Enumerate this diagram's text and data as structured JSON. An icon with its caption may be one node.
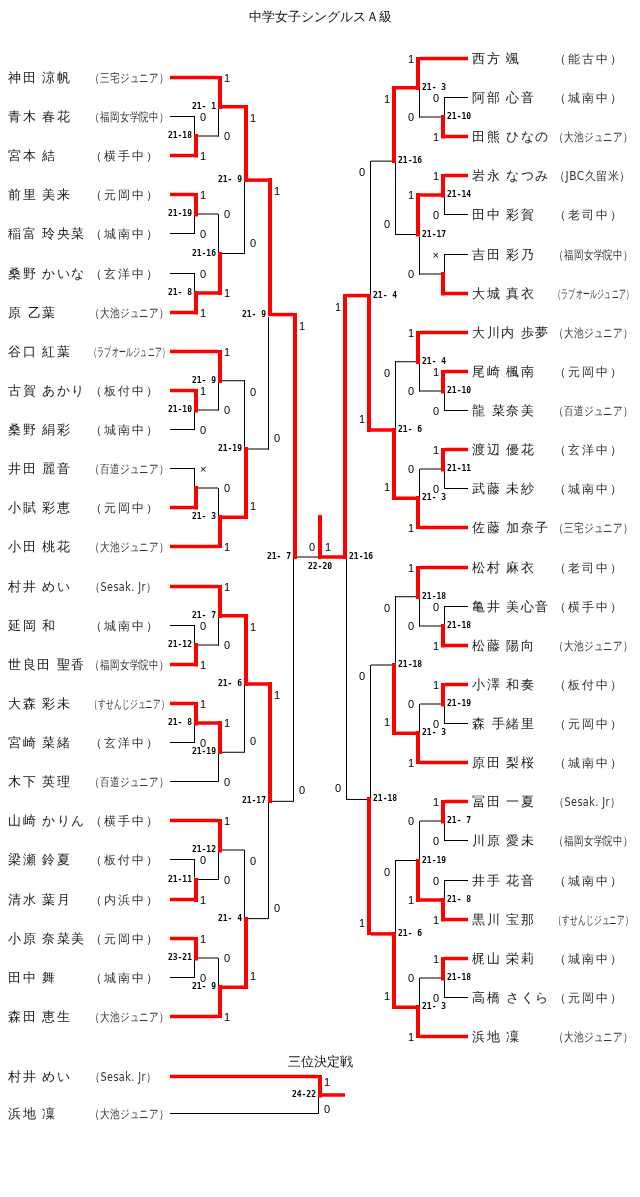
{
  "diagram": {
    "title": "中学女子シングルスＡ級",
    "nodes": [
      {
        "text": [
          "神田 涼帆",
          "（三宅ジュニア）"
        ]
      },
      {
        "text": [
          "青木 春花",
          "（福岡女学院中）"
        ]
      },
      {
        "text": [
          "宮本 結",
          "（横手中）"
        ]
      },
      {
        "text": [
          "前里 美来",
          "（元岡中）"
        ]
      },
      {
        "text": [
          "稲富 玲央菜",
          "（城南中）"
        ]
      },
      {
        "text": [
          "桑野 かいな",
          "（玄洋中）"
        ]
      },
      {
        "text": [
          "原 乙葉",
          "（大池ジュニア）"
        ]
      },
      {
        "text": [
          "谷口 紅葉",
          "（ラブオールジュニア）"
        ]
      },
      {
        "text": [
          "古賀 あかり",
          "（板付中）"
        ]
      },
      {
        "text": [
          "桑野 絹彩",
          "（城南中）"
        ]
      },
      {
        "text": [
          "井田 麗音",
          "（百道ジュニア）"
        ]
      },
      {
        "text": [
          "小賦 彩恵",
          "（元岡中）"
        ]
      },
      {
        "text": [
          "小田 桃花",
          "（大池ジュニア）"
        ]
      },
      {
        "text": [
          "村井 めい",
          "（Sesak. Jr）"
        ]
      },
      {
        "text": [
          "延岡 和",
          "（城南中）"
        ]
      },
      {
        "text": [
          "世良田 聖香",
          "（福岡女学院中）"
        ]
      },
      {
        "text": [
          "大森 彩未",
          "（すせんじジュニア）"
        ]
      },
      {
        "text": [
          "宮崎 菜緒",
          "（玄洋中）"
        ]
      },
      {
        "text": [
          "木下 英理",
          "（百道ジュニア）"
        ]
      },
      {
        "text": [
          "山崎 かりん",
          "（横手中）"
        ]
      },
      {
        "text": [
          "梁瀬 鈴夏",
          "（板付中）"
        ]
      },
      {
        "text": [
          "清水 葉月",
          "（内浜中）"
        ]
      },
      {
        "text": [
          "小原 奈菜美",
          "（元岡中）"
        ]
      },
      {
        "text": [
          "田中 舞",
          "（城南中）"
        ]
      },
      {
        "text": [
          "森田 恵生",
          "（大池ジュニア）"
        ]
      },
      {
        "text": [
          "西方 颯",
          "（能古中）"
        ]
      },
      {
        "text": [
          "阿部 心音",
          "（城南中）"
        ]
      },
      {
        "text": [
          "田熊 ひなの",
          "（大池ジュニア）"
        ]
      },
      {
        "text": [
          "岩永 なつみ",
          "（JBC久留米）"
        ]
      },
      {
        "text": [
          "田中 彩賀",
          "（老司中）"
        ]
      },
      {
        "text": [
          "吉田 彩乃",
          "（福岡女学院中）"
        ]
      },
      {
        "text": [
          "大城 真衣",
          "（ラブオールジュニア）"
        ]
      },
      {
        "text": [
          "大川内 歩夢",
          "（大池ジュニア）"
        ]
      },
      {
        "text": [
          "尾崎 楓南",
          "（元岡中）"
        ]
      },
      {
        "text": [
          "龍 菜奈美",
          "（百道ジュニア）"
        ]
      },
      {
        "text": [
          "渡辺 優花",
          "（玄洋中）"
        ]
      },
      {
        "text": [
          "武藤 未紗",
          "（城南中）"
        ]
      },
      {
        "text": [
          "佐藤 加奈子",
          "（三宅ジュニア）"
        ]
      },
      {
        "text": [
          "松村 麻衣",
          "（老司中）"
        ]
      },
      {
        "text": [
          "亀井 美心音",
          "（横手中）"
        ]
      },
      {
        "text": [
          "松藤 陽向",
          "（大池ジュニア）"
        ]
      },
      {
        "text": [
          "小澤 和奏",
          "（板付中）"
        ]
      },
      {
        "text": [
          "森 手緒里",
          "（元岡中）"
        ]
      },
      {
        "text": [
          "原田 梨桜",
          "（城南中）"
        ]
      },
      {
        "text": [
          "冨田 一夏",
          "（Sesak. Jr）"
        ]
      },
      {
        "text": [
          "川原 愛未",
          "（福岡女学院中）"
        ]
      },
      {
        "text": [
          "井手 花音",
          "（城南中）"
        ]
      },
      {
        "text": [
          "黒川 宝那",
          "（すせんじジュニア）"
        ]
      },
      {
        "text": [
          "梶山 栄莉",
          "（城南中）"
        ]
      },
      {
        "text": [
          "高橋 さくら",
          "（元岡中）"
        ]
      },
      {
        "text": [
          "浜地 凜",
          "（大池ジュニア）"
        ]
      },
      {
        "text": [
          "村井 めい",
          "（Sesak. Jr）"
        ]
      },
      {
        "text": [
          "浜地 凜",
          "（大池ジュニア）"
        ]
      },
      {
        "text": [],
        "shape": "bar",
        "beside": [
          "21-18"
        ]
      },
      {
        "text": [],
        "shape": "bar",
        "beside": [
          "21- 1"
        ]
      },
      {
        "text": [],
        "shape": "bar",
        "beside": [
          "21-19"
        ]
      },
      {
        "text": [],
        "shape": "bar",
        "beside": [
          "21- 8"
        ]
      },
      {
        "text": [],
        "shape": "bar",
        "beside": [
          "21-16"
        ]
      },
      {
        "text": [],
        "shape": "bar",
        "beside": [
          "21- 9"
        ]
      },
      {
        "text": [],
        "shape": "bar",
        "beside": [
          "21-10"
        ]
      },
      {
        "text": [],
        "shape": "bar",
        "beside": [
          "21- 9"
        ]
      },
      {
        "text": [],
        "shape": "bar"
      },
      {
        "text": [],
        "shape": "bar",
        "beside": [
          "21- 3"
        ]
      },
      {
        "text": [],
        "shape": "bar",
        "beside": [
          "21-19"
        ]
      },
      {
        "text": [],
        "shape": "bar",
        "beside": [
          "21- 9"
        ]
      },
      {
        "text": [],
        "shape": "bar",
        "beside": [
          "21-12"
        ]
      },
      {
        "text": [],
        "shape": "bar",
        "beside": [
          "21- 7"
        ]
      },
      {
        "text": [],
        "shape": "bar",
        "beside": [
          "21- 8"
        ]
      },
      {
        "text": [],
        "shape": "bar",
        "beside": [
          "21-19"
        ]
      },
      {
        "text": [],
        "shape": "bar",
        "beside": [
          "21- 6"
        ]
      },
      {
        "text": [],
        "shape": "bar",
        "beside": [
          "21-11"
        ]
      },
      {
        "text": [],
        "shape": "bar",
        "beside": [
          "21-12"
        ]
      },
      {
        "text": [],
        "shape": "bar",
        "beside": [
          "23-21"
        ]
      },
      {
        "text": [],
        "shape": "bar",
        "beside": [
          "21- 9"
        ]
      },
      {
        "text": [],
        "shape": "bar",
        "beside": [
          "21- 4"
        ]
      },
      {
        "text": [],
        "shape": "bar",
        "beside": [
          "21-17"
        ]
      },
      {
        "text": [],
        "shape": "bar",
        "beside": [
          "21- 7"
        ]
      },
      {
        "text": [],
        "shape": "bar",
        "beside": [
          "21-10"
        ]
      },
      {
        "text": [],
        "shape": "bar",
        "beside": [
          "21- 3"
        ]
      },
      {
        "text": [],
        "shape": "bar",
        "beside": [
          "21-14"
        ]
      },
      {
        "text": [],
        "shape": "bar"
      },
      {
        "text": [],
        "shape": "bar",
        "beside": [
          "21-17"
        ]
      },
      {
        "text": [],
        "shape": "bar",
        "beside": [
          "21-16"
        ]
      },
      {
        "text": [],
        "shape": "bar",
        "beside": [
          "21-10"
        ]
      },
      {
        "text": [],
        "shape": "bar",
        "beside": [
          "21- 4"
        ]
      },
      {
        "text": [],
        "shape": "bar",
        "beside": [
          "21-11"
        ]
      },
      {
        "text": [],
        "shape": "bar",
        "beside": [
          "21- 3"
        ]
      },
      {
        "text": [],
        "shape": "bar",
        "beside": [
          "21- 6"
        ]
      },
      {
        "text": [],
        "shape": "bar",
        "beside": [
          "21- 4"
        ]
      },
      {
        "text": [],
        "shape": "bar",
        "beside": [
          "21-18"
        ]
      },
      {
        "text": [],
        "shape": "bar",
        "beside": [
          "21-18"
        ]
      },
      {
        "text": [],
        "shape": "bar",
        "beside": [
          "21-19"
        ]
      },
      {
        "text": [],
        "shape": "bar",
        "beside": [
          "21- 3"
        ]
      },
      {
        "text": [],
        "shape": "bar",
        "beside": [
          "21-18"
        ]
      },
      {
        "text": [],
        "shape": "bar",
        "beside": [
          "21- 7"
        ]
      },
      {
        "text": [],
        "shape": "bar",
        "beside": [
          "21- 8"
        ]
      },
      {
        "text": [],
        "shape": "bar",
        "beside": [
          "21-19"
        ]
      },
      {
        "text": [],
        "shape": "bar",
        "beside": [
          "21-18"
        ]
      },
      {
        "text": [],
        "shape": "bar",
        "beside": [
          "21- 3"
        ]
      },
      {
        "text": [],
        "shape": "bar",
        "beside": [
          "21- 6"
        ]
      },
      {
        "text": [],
        "shape": "bar",
        "beside": [
          "21-18"
        ]
      },
      {
        "text": [],
        "shape": "bar",
        "beside": [
          "21-16"
        ]
      },
      {
        "text": [],
        "shape": "bar",
        "beside": [
          "22-20"
        ]
      },
      {
        "text": [],
        "shape": "bar",
        "beside": [
          "24-22"
        ]
      }
    ],
    "edges": [
      {
        "from": 1,
        "to": 53,
        "arrow": "none",
        "label": "0",
        "color": "#000000"
      },
      {
        "from": 2,
        "to": 53,
        "arrow": "none",
        "label": "1"
      },
      {
        "from": 0,
        "to": 54,
        "arrow": "none",
        "label": "1"
      },
      {
        "from": 53,
        "to": 54,
        "arrow": "none",
        "label": "0",
        "color": "#000000"
      },
      {
        "from": 3,
        "to": 55,
        "arrow": "none",
        "label": "1"
      },
      {
        "from": 4,
        "to": 55,
        "arrow": "none",
        "label": "0",
        "color": "#000000"
      },
      {
        "from": 5,
        "to": 56,
        "arrow": "none",
        "label": "0",
        "color": "#000000"
      },
      {
        "from": 6,
        "to": 56,
        "arrow": "none",
        "label": "1"
      },
      {
        "from": 55,
        "to": 57,
        "arrow": "none",
        "label": "0",
        "color": "#000000"
      },
      {
        "from": 56,
        "to": 57,
        "arrow": "none",
        "label": "1"
      },
      {
        "from": 54,
        "to": 58,
        "arrow": "none",
        "label": "1"
      },
      {
        "from": 57,
        "to": 58,
        "arrow": "none",
        "label": "0",
        "color": "#000000"
      },
      {
        "from": 8,
        "to": 59,
        "arrow": "none",
        "label": "1"
      },
      {
        "from": 9,
        "to": 59,
        "arrow": "none",
        "label": "0",
        "color": "#000000"
      },
      {
        "from": 7,
        "to": 60,
        "arrow": "none",
        "label": "1"
      },
      {
        "from": 59,
        "to": 60,
        "arrow": "none",
        "label": "0",
        "color": "#000000"
      },
      {
        "from": 10,
        "to": 61,
        "arrow": "none",
        "label": "×",
        "color": "#000000"
      },
      {
        "from": 11,
        "to": 61,
        "arrow": "none"
      },
      {
        "from": 61,
        "to": 62,
        "arrow": "none",
        "label": "0",
        "color": "#000000"
      },
      {
        "from": 12,
        "to": 62,
        "arrow": "none",
        "label": "1"
      },
      {
        "from": 60,
        "to": 63,
        "arrow": "none",
        "label": "0",
        "color": "#000000"
      },
      {
        "from": 62,
        "to": 63,
        "arrow": "none",
        "label": "1"
      },
      {
        "from": 58,
        "to": 64,
        "arrow": "none",
        "label": "1"
      },
      {
        "from": 63,
        "to": 64,
        "arrow": "none",
        "label": "0",
        "color": "#000000"
      },
      {
        "from": 14,
        "to": 65,
        "arrow": "none",
        "label": "0",
        "color": "#000000"
      },
      {
        "from": 15,
        "to": 65,
        "arrow": "none",
        "label": "1"
      },
      {
        "from": 13,
        "to": 66,
        "arrow": "none",
        "label": "1"
      },
      {
        "from": 65,
        "to": 66,
        "arrow": "none",
        "label": "0",
        "color": "#000000"
      },
      {
        "from": 16,
        "to": 67,
        "arrow": "none",
        "label": "1"
      },
      {
        "from": 17,
        "to": 67,
        "arrow": "none",
        "label": "0",
        "color": "#000000"
      },
      {
        "from": 67,
        "to": 68,
        "arrow": "none",
        "label": "1"
      },
      {
        "from": 18,
        "to": 68,
        "arrow": "none",
        "label": "0",
        "color": "#000000"
      },
      {
        "from": 66,
        "to": 69,
        "arrow": "none",
        "label": "1"
      },
      {
        "from": 68,
        "to": 69,
        "arrow": "none",
        "label": "0",
        "color": "#000000"
      },
      {
        "from": 20,
        "to": 70,
        "arrow": "none",
        "label": "0",
        "color": "#000000"
      },
      {
        "from": 21,
        "to": 70,
        "arrow": "none",
        "label": "1"
      },
      {
        "from": 19,
        "to": 71,
        "arrow": "none",
        "label": "1"
      },
      {
        "from": 70,
        "to": 71,
        "arrow": "none",
        "label": "0",
        "color": "#000000"
      },
      {
        "from": 22,
        "to": 72,
        "arrow": "none",
        "label": "1"
      },
      {
        "from": 23,
        "to": 72,
        "arrow": "none",
        "label": "0",
        "color": "#000000"
      },
      {
        "from": 72,
        "to": 73,
        "arrow": "none",
        "label": "0",
        "color": "#000000"
      },
      {
        "from": 24,
        "to": 73,
        "arrow": "none",
        "label": "1"
      },
      {
        "from": 71,
        "to": 74,
        "arrow": "none",
        "label": "0",
        "color": "#000000"
      },
      {
        "from": 73,
        "to": 74,
        "arrow": "none",
        "label": "1"
      },
      {
        "from": 69,
        "to": 75,
        "arrow": "none",
        "label": "1"
      },
      {
        "from": 74,
        "to": 75,
        "arrow": "none",
        "label": "0",
        "color": "#000000"
      },
      {
        "from": 64,
        "to": 76,
        "arrow": "none",
        "label": "1"
      },
      {
        "from": 75,
        "to": 76,
        "arrow": "none",
        "label": "0",
        "color": "#000000"
      },
      {
        "from": 26,
        "to": 77,
        "arrow": "none",
        "label": "0",
        "color": "#000000"
      },
      {
        "from": 27,
        "to": 77,
        "arrow": "none",
        "label": "1"
      },
      {
        "from": 25,
        "to": 78,
        "arrow": "none",
        "label": "1"
      },
      {
        "from": 77,
        "to": 78,
        "arrow": "none",
        "label": "0",
        "color": "#000000"
      },
      {
        "from": 28,
        "to": 79,
        "arrow": "none",
        "label": "1"
      },
      {
        "from": 29,
        "to": 79,
        "arrow": "none",
        "label": "0",
        "color": "#000000"
      },
      {
        "from": 30,
        "to": 80,
        "arrow": "none",
        "label": "×",
        "color": "#000000"
      },
      {
        "from": 31,
        "to": 80,
        "arrow": "none"
      },
      {
        "from": 79,
        "to": 81,
        "arrow": "none",
        "label": "1"
      },
      {
        "from": 80,
        "to": 81,
        "arrow": "none",
        "label": "0",
        "color": "#000000"
      },
      {
        "from": 78,
        "to": 82,
        "arrow": "none",
        "label": "1"
      },
      {
        "from": 81,
        "to": 82,
        "arrow": "none",
        "label": "0",
        "color": "#000000"
      },
      {
        "from": 33,
        "to": 83,
        "arrow": "none",
        "label": "1"
      },
      {
        "from": 34,
        "to": 83,
        "arrow": "none",
        "label": "0",
        "color": "#000000"
      },
      {
        "from": 32,
        "to": 84,
        "arrow": "none",
        "label": "1"
      },
      {
        "from": 83,
        "to": 84,
        "arrow": "none",
        "label": "0",
        "color": "#000000"
      },
      {
        "from": 35,
        "to": 85,
        "arrow": "none",
        "label": "1"
      },
      {
        "from": 36,
        "to": 85,
        "arrow": "none",
        "label": "0",
        "color": "#000000"
      },
      {
        "from": 85,
        "to": 86,
        "arrow": "none",
        "label": "0",
        "color": "#000000"
      },
      {
        "from": 37,
        "to": 86,
        "arrow": "none",
        "label": "1"
      },
      {
        "from": 84,
        "to": 87,
        "arrow": "none",
        "label": "0",
        "color": "#000000"
      },
      {
        "from": 86,
        "to": 87,
        "arrow": "none",
        "label": "1"
      },
      {
        "from": 82,
        "to": 88,
        "arrow": "none",
        "label": "0",
        "color": "#000000"
      },
      {
        "from": 87,
        "to": 88,
        "arrow": "none",
        "label": "1"
      },
      {
        "from": 39,
        "to": 89,
        "arrow": "none",
        "label": "0",
        "color": "#000000"
      },
      {
        "from": 40,
        "to": 89,
        "arrow": "none",
        "label": "1"
      },
      {
        "from": 38,
        "to": 90,
        "arrow": "none",
        "label": "1"
      },
      {
        "from": 89,
        "to": 90,
        "arrow": "none",
        "label": "0",
        "color": "#000000"
      },
      {
        "from": 41,
        "to": 91,
        "arrow": "none",
        "label": "1"
      },
      {
        "from": 42,
        "to": 91,
        "arrow": "none",
        "label": "0",
        "color": "#000000"
      },
      {
        "from": 91,
        "to": 92,
        "arrow": "none",
        "label": "0",
        "color": "#000000"
      },
      {
        "from": 43,
        "to": 92,
        "arrow": "none",
        "label": "1"
      },
      {
        "from": 90,
        "to": 93,
        "arrow": "none",
        "label": "0",
        "color": "#000000"
      },
      {
        "from": 92,
        "to": 93,
        "arrow": "none",
        "label": "1"
      },
      {
        "from": 44,
        "to": 94,
        "arrow": "none",
        "label": "1"
      },
      {
        "from": 45,
        "to": 94,
        "arrow": "none",
        "label": "0",
        "color": "#000000"
      },
      {
        "from": 46,
        "to": 95,
        "arrow": "none",
        "label": "0",
        "color": "#000000"
      },
      {
        "from": 47,
        "to": 95,
        "arrow": "none",
        "label": "1"
      },
      {
        "from": 94,
        "to": 96,
        "arrow": "none",
        "label": "0",
        "color": "#000000"
      },
      {
        "from": 95,
        "to": 96,
        "arrow": "none",
        "label": "1"
      },
      {
        "from": 48,
        "to": 97,
        "arrow": "none",
        "label": "1"
      },
      {
        "from": 49,
        "to": 97,
        "arrow": "none",
        "label": "0",
        "color": "#000000"
      },
      {
        "from": 97,
        "to": 98,
        "arrow": "none",
        "label": "0",
        "color": "#000000"
      },
      {
        "from": 50,
        "to": 98,
        "arrow": "none",
        "label": "1"
      },
      {
        "from": 96,
        "to": 99,
        "arrow": "none",
        "label": "0",
        "color": "#000000"
      },
      {
        "from": 98,
        "to": 99,
        "arrow": "none",
        "label": "1"
      },
      {
        "from": 93,
        "to": 100,
        "arrow": "none",
        "label": "0",
        "color": "#000000"
      },
      {
        "from": 99,
        "to": 100,
        "arrow": "none",
        "label": "1"
      },
      {
        "from": 88,
        "to": 101,
        "arrow": "none",
        "label": "1"
      },
      {
        "from": 100,
        "to": 101,
        "arrow": "none",
        "label": "0",
        "color": "#000000"
      },
      {
        "from": 76,
        "to": 102,
        "arrow": "none",
        "label": "0",
        "color": "#000000"
      },
      {
        "from": 101,
        "to": 102,
        "arrow": "none",
        "label": "1"
      },
      {
        "from": 51,
        "to": 103,
        "arrow": "none",
        "label": "1"
      },
      {
        "from": 52,
        "to": 103,
        "arrow": "none",
        "label": "0",
        "color": "#000000"
      },
      {
        "from": 103,
        "to": null,
        "arrow": "none"
      }
    ],
    "labels": [
      "三位決定戦"
    ]
  }
}
